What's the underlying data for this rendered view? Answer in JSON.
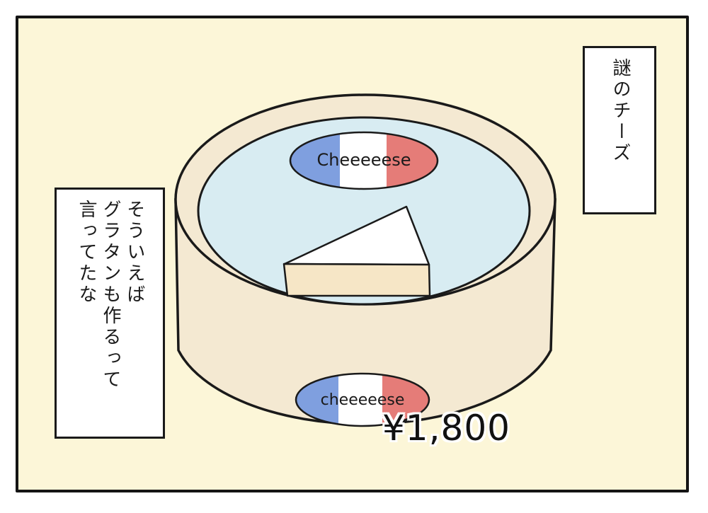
{
  "caption_top_right": {
    "lines": [
      "謎のチーズ"
    ]
  },
  "caption_left": {
    "lines": [
      "そういえば",
      "グラタンも作るって",
      "言ってたな"
    ]
  },
  "box_label_top": "Cheeeeese",
  "box_label_side": "cheeeeese",
  "price": "¥1,800",
  "colors": {
    "panel_bg": "#fcf6d8",
    "box_rim": "#f4e9d2",
    "box_lid": "#d8ecf2",
    "cheese_rind": "#ffffff",
    "cheese_paste": "#f6e6c6",
    "flag_blue": "#7f9fdf",
    "flag_white": "#ffffff",
    "flag_red": "#e57c78"
  }
}
